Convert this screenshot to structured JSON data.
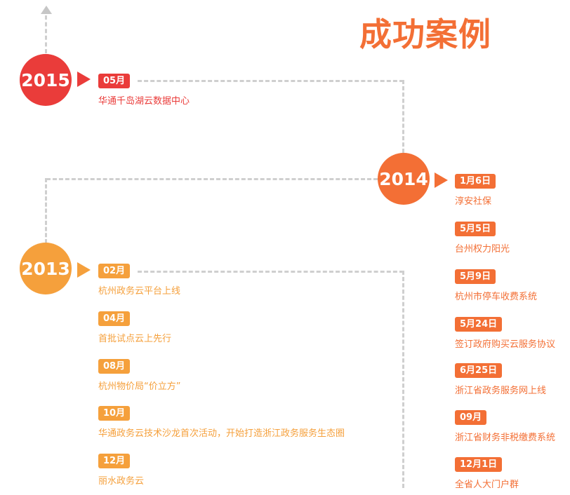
{
  "title": "成功案例",
  "colors": {
    "red": "#ea3c3a",
    "orange": "#f36f35",
    "light_orange": "#f5a03c",
    "line": "#cfcfcf"
  },
  "y2015": {
    "year": "2015",
    "events": [
      {
        "date": "05月",
        "text": "华通千岛湖云数据中心"
      }
    ]
  },
  "y2014": {
    "year": "2014",
    "events": [
      {
        "date": "1月6日",
        "text": "淳安社保"
      },
      {
        "date": "5月5日",
        "text": "台州权力阳光"
      },
      {
        "date": "5月9日",
        "text": "杭州市停车收费系统"
      },
      {
        "date": "5月24日",
        "text": "签订政府购买云服务协议"
      },
      {
        "date": "6月25日",
        "text": "浙江省政务服务网上线"
      },
      {
        "date": "09月",
        "text": "浙江省财务非税缴费系统"
      },
      {
        "date": "12月1日",
        "text": "全省人大门户群"
      }
    ]
  },
  "y2013": {
    "year": "2013",
    "events": [
      {
        "date": "02月",
        "text": "杭州政务云平台上线"
      },
      {
        "date": "04月",
        "text": "首批试点云上先行"
      },
      {
        "date": "08月",
        "text": "杭州物价局“价立方”"
      },
      {
        "date": "10月",
        "text": "华通政务云技术沙龙首次活动，开始打造浙江政务服务生态圈"
      },
      {
        "date": "12月",
        "text": "丽水政务云"
      }
    ]
  }
}
